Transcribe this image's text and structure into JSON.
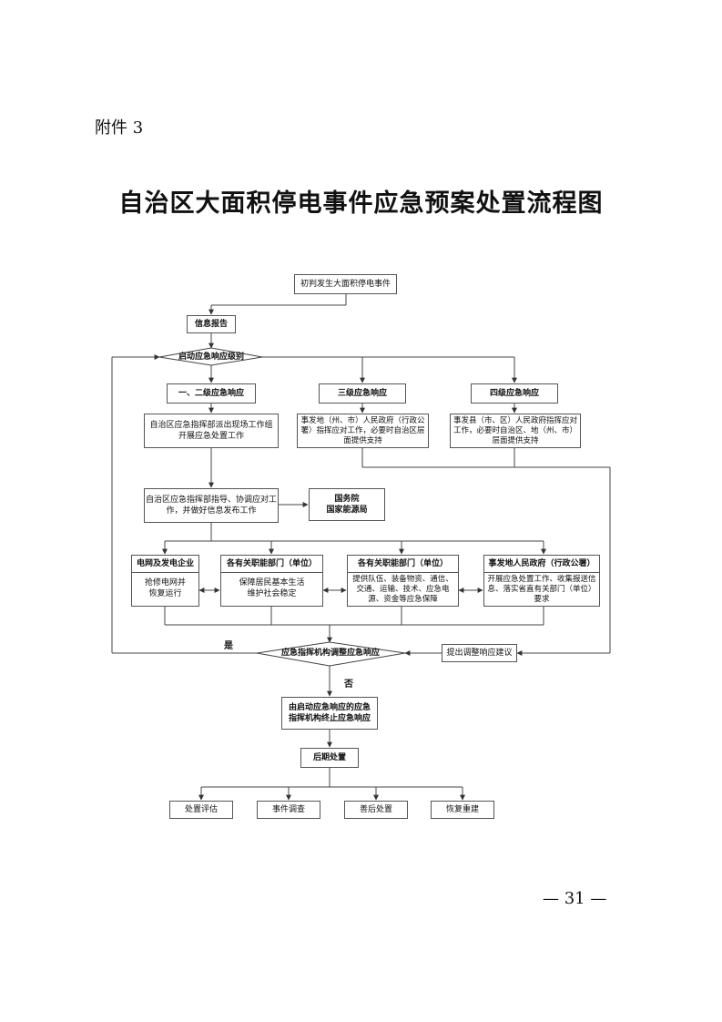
{
  "attachment_label": "附件 3",
  "title": "自治区大面积停电事件应急预案处置流程图",
  "page_number": "— 31 —",
  "flow": {
    "initial": "初判发生大面积停电事件",
    "report": "信息报告",
    "start_level": "启动应急响应级别",
    "level12": "一、二级应急响应",
    "level3": "三级应急响应",
    "level4": "四级应急响应",
    "level12_action": "自治区应急指挥部派出现场工作组\n开展应急处置工作",
    "level3_action": "事发地（州、市）人民政府（行政公\n署）指挥应对工作，必要时自治区层\n面提供支持",
    "level4_action": "事发县（市、区）人民政府指挥应对\n工作，必要时自治区、地（州、市）\n层面提供支持",
    "hq_guide": "自治区应急指挥部指导、协调应对工\n作，并做好信息发布工作",
    "state_council": "国务院\n国家能源局",
    "grid_title": "电网及发电企业",
    "grid_body": "抢修电网并\n恢复运行",
    "dept1_title": "各有关职能部门（单位）",
    "dept1_body": "保障居民基本生活\n维护社会稳定",
    "dept2_title": "各有关职能部门（单位）",
    "dept2_body": "提供队伍、装备物资、通信、\n交通、运输、技术、应急电\n源、资金等应急保障",
    "gov_title": "事发地人民政府（行政公署）",
    "gov_body": "开展应急处置工作、收集报送信\n息、落实省直有关部门（单位）\n要求",
    "adjust": "应急指挥机构调整应急响应",
    "suggest": "提出调整响应建议",
    "yes": "是",
    "no": "否",
    "terminate": "由启动应急响应的应急\n指挥机构终止应急响应",
    "post": "后期处置",
    "eval": "处置评估",
    "investigate": "事件调查",
    "aftermath": "善后处置",
    "rebuild": "恢复重建"
  }
}
